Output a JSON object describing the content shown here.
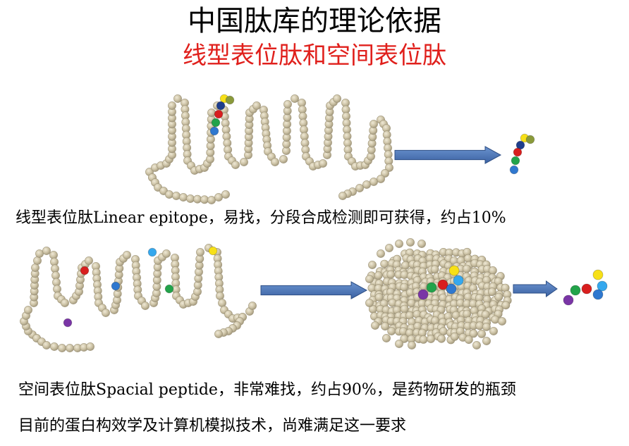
{
  "title": "中国肽库的理论依据",
  "subtitle": "线型表位肽和空间表位肽",
  "captions": {
    "linear": "线型表位肽Linear epitope，易找，分段合成检测即可获得，约占10%",
    "spatial": "空间表位肽Spacial peptide，非常难找，约占90%，是药物研发的瓶颈",
    "note": "目前的蛋白构效学及计算机模拟技术，尚难满足这一要求"
  },
  "colors": {
    "title": "#000000",
    "subtitle": "#e0201c",
    "bead": "#cdc3a6",
    "bead_edge": "#9e9479",
    "arrow": "#4a74b5",
    "arrow_edge": "#2e4f85",
    "yellow": "#f7e017",
    "olive": "#8a9a3a",
    "navy": "#1f3e8c",
    "red": "#d81e1e",
    "green": "#22a34a",
    "blue": "#2f78cf",
    "cyan": "#35a8ee",
    "purple": "#7a35a6"
  },
  "icons": {
    "arrow": "right-arrow-icon",
    "bead_chain": "peptide-chain-icon",
    "colored_bead": "epitope-bead-icon"
  }
}
